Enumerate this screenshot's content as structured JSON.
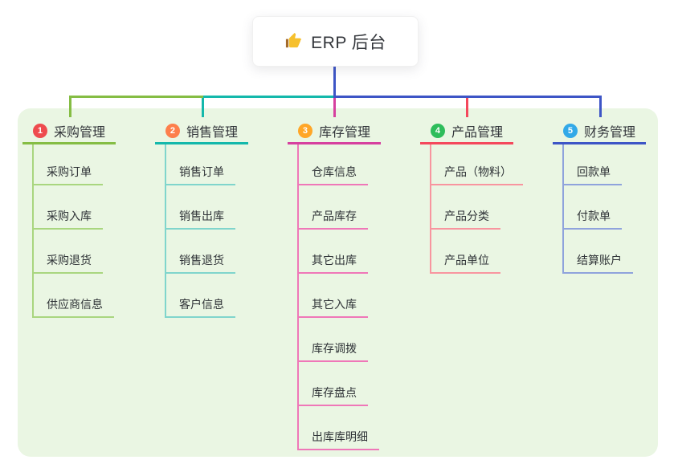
{
  "root": {
    "label": "ERP 后台",
    "icon": "thumbs-up-icon"
  },
  "panel": {
    "background": "#eaf6e3"
  },
  "connector": {
    "stem_color": "#3d55c6"
  },
  "branches": [
    {
      "index": "1",
      "label": "采购管理",
      "color": "#85bd44",
      "badge_color": "#ee4b4e",
      "child_color": "#a9d67f",
      "children": [
        "采购订单",
        "采购入库",
        "采购退货",
        "供应商信息"
      ]
    },
    {
      "index": "2",
      "label": "销售管理",
      "color": "#14b8ab",
      "badge_color": "#fd7f4c",
      "child_color": "#80d5cc",
      "children": [
        "销售订单",
        "销售出库",
        "销售退货",
        "客户信息"
      ]
    },
    {
      "index": "3",
      "label": "库存管理",
      "color": "#d6409f",
      "badge_color": "#ffa627",
      "child_color": "#ef77b8",
      "children": [
        "仓库信息",
        "产品库存",
        "其它出库",
        "其它入库",
        "库存调拨",
        "库存盘点",
        "出库库明细"
      ]
    },
    {
      "index": "4",
      "label": "产品管理",
      "color": "#f4485c",
      "badge_color": "#2ebd5b",
      "child_color": "#f8959f",
      "children": [
        "产品（物料）",
        "产品分类",
        "产品单位"
      ]
    },
    {
      "index": "5",
      "label": "财务管理",
      "color": "#3d55c6",
      "badge_color": "#32a9e8",
      "child_color": "#8fa3dc",
      "children": [
        "回款单",
        "付款单",
        "结算账户"
      ]
    }
  ]
}
